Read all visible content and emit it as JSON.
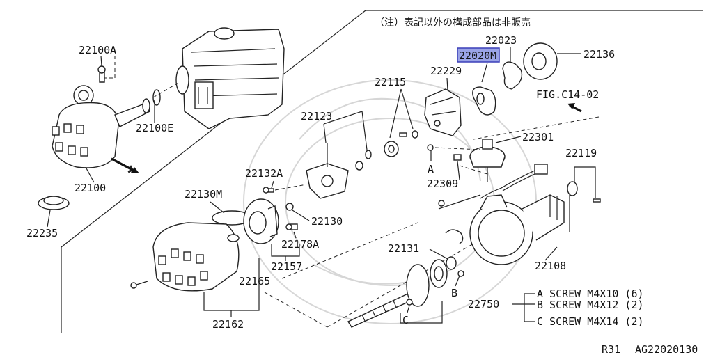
{
  "diagram": {
    "note": "（注）表記以外の構成部品は非販売",
    "figure_ref": "FIG.C14-02",
    "footer": {
      "left": "R31",
      "right": "AG22020130"
    },
    "colors": {
      "highlight_fill": "#9aa3e6",
      "highlight_stroke": "#3b3fb8",
      "ink": "#222222"
    },
    "labels": {
      "p22100A": "22100A",
      "p22100E": "22100E",
      "p22100": "22100",
      "p22235": "22235",
      "p22020M": "22020M",
      "p22023": "22023",
      "p22136": "22136",
      "p22229": "22229",
      "p22115": "22115",
      "p22123": "22123",
      "p22301": "22301",
      "p22119": "22119",
      "p22132A": "22132A",
      "p22309": "22309",
      "p22130M": "22130M",
      "p22130": "22130",
      "p22178A": "22178A",
      "p22157": "22157",
      "p22165": "22165",
      "p22131": "22131",
      "p22108": "22108",
      "p22750": "22750",
      "p22162": "22162",
      "mark_a": "A",
      "mark_b": "B",
      "mark_c": "C"
    },
    "screws": [
      "A SCREW M4X10 (6)",
      "B SCREW M4X12 (2)",
      "C SCREW M4X14 (2)"
    ]
  }
}
